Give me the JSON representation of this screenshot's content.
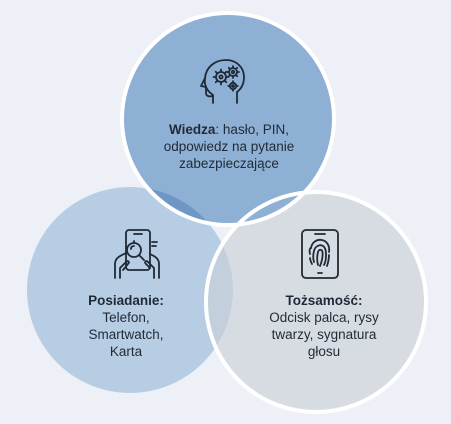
{
  "diagram": {
    "circles": [
      {
        "id": "knowledge",
        "fill": "#8fb0d5",
        "icon": "head-gears-icon",
        "title": "Wiedza",
        "title_suffix": ": hasło, PIN,",
        "lines": [
          "odpowiedz na pytanie",
          "zabezpieczające"
        ]
      },
      {
        "id": "possession",
        "fill": "#b7cde4",
        "icon": "phone-hand-icon",
        "title": "Posiadanie:",
        "lines": [
          "Telefon,",
          "Smartwatch,",
          "Karta"
        ]
      },
      {
        "id": "identity",
        "fill": "#d7dce3",
        "icon": "fingerprint-phone-icon",
        "title": "Tożsamość:",
        "lines": [
          "Odcisk palca, rysy",
          "twarzy, sygnatura",
          "głosu"
        ]
      }
    ],
    "colors": {
      "background": "#edf1f7",
      "overlap_top_left": "#6f97c6",
      "overlap_bottom": "#c3cfdd",
      "stroke": "#ffffff",
      "icon": "#1f2a36"
    }
  }
}
